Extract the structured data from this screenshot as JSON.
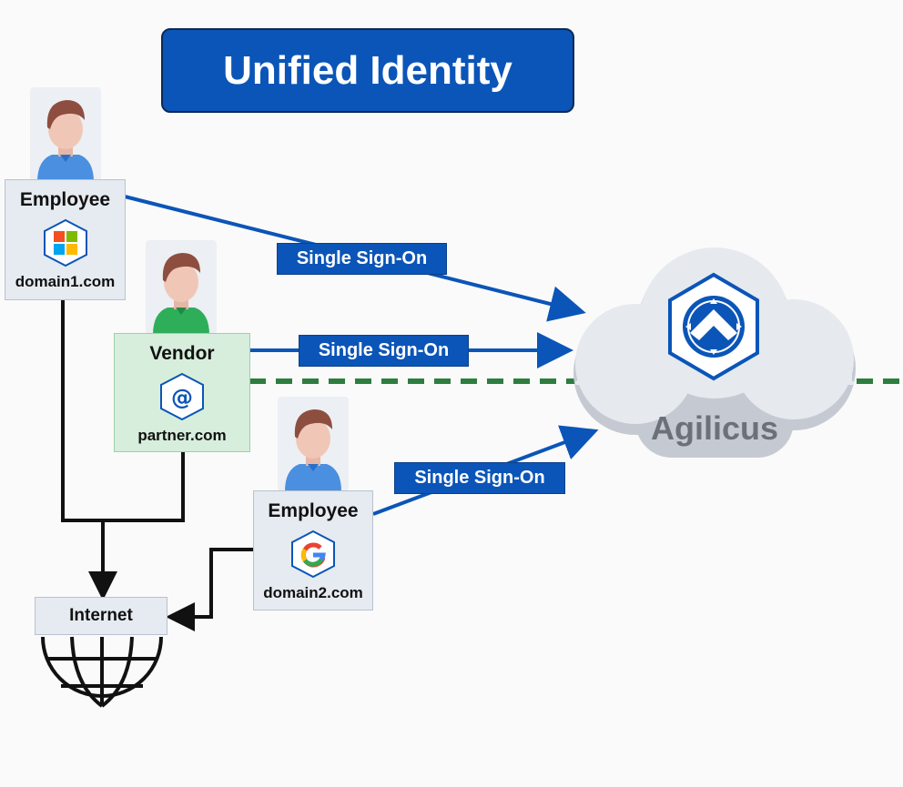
{
  "title": "Unified Identity",
  "actors": [
    {
      "role": "Employee",
      "domain": "domain1.com",
      "provider_icon": "microsoft-icon",
      "shirt_color": "#4a8fe0"
    },
    {
      "role": "Vendor",
      "domain": "partner.com",
      "provider_icon": "email-at-icon",
      "shirt_color": "#2fae5a"
    },
    {
      "role": "Employee",
      "domain": "domain2.com",
      "provider_icon": "google-icon",
      "shirt_color": "#4a8fe0"
    }
  ],
  "sso_labels": [
    "Single Sign-On",
    "Single Sign-On",
    "Single Sign-On"
  ],
  "internet_label": "Internet",
  "cloud_label": "Agilicus",
  "colors": {
    "brand_blue": "#0b55b8",
    "divider_green": "#2e7d3f",
    "vendor_card_bg": "#d6eedb",
    "card_bg": "#e6eaf1"
  }
}
